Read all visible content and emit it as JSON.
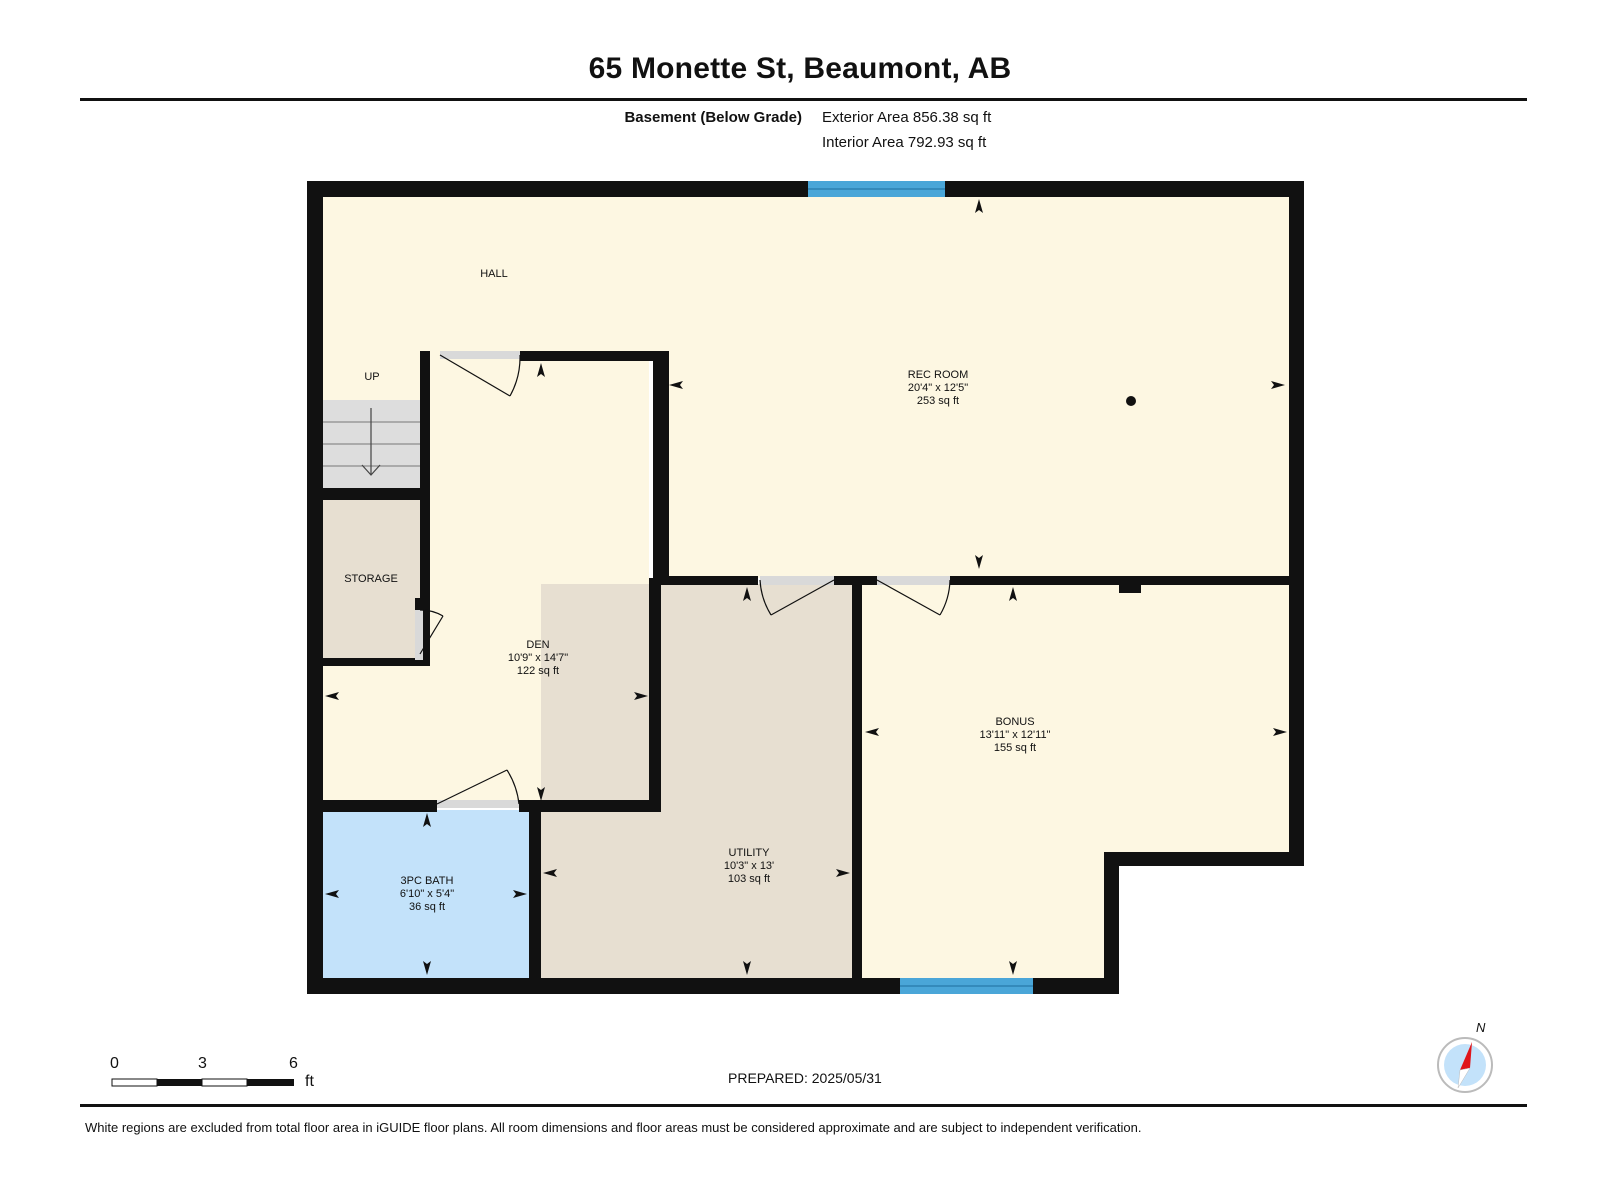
{
  "title": "65 Monette St, Beaumont, AB",
  "level": {
    "name": "Basement (Below Grade)",
    "exterior_area": "Exterior Area 856.38 sq ft",
    "interior_area": "Interior Area 792.93 sq ft"
  },
  "rooms": {
    "hall": {
      "name": "HALL"
    },
    "stairs": {
      "label": "UP"
    },
    "storage": {
      "name": "STORAGE"
    },
    "rec_room": {
      "name": "REC ROOM",
      "dimensions": "20'4\" x 12'5\"",
      "area": "253 sq ft"
    },
    "den": {
      "name": "DEN",
      "dimensions": "10'9\" x 14'7\"",
      "area": "122 sq ft"
    },
    "utility": {
      "name": "UTILITY",
      "dimensions": "10'3\" x 13'",
      "area": "103 sq ft"
    },
    "bonus": {
      "name": "BONUS",
      "dimensions": "13'11\" x 12'11\"",
      "area": "155 sq ft"
    },
    "bath": {
      "name": "3PC BATH",
      "dimensions": "6'10\" x 5'4\"",
      "area": "36 sq ft"
    }
  },
  "scale_bar": {
    "ticks": [
      "0",
      "3",
      "6"
    ],
    "unit": "ft"
  },
  "compass": {
    "north_label": "N"
  },
  "prepared": "PREPARED: 2025/05/31",
  "disclaimer": "White regions are excluded from total floor area in iGUIDE floor plans. All room dimensions and floor areas must be considered approximate and are subject to independent verification.",
  "colors": {
    "wall": "#111111",
    "living_fill": "#fdf7e2",
    "service_fill": "#e7dfd1",
    "bath_fill": "#c3e2fa",
    "window": "#4aa6d8",
    "stair_fill": "#dddddd",
    "door_swing": "#d9d9d9"
  }
}
